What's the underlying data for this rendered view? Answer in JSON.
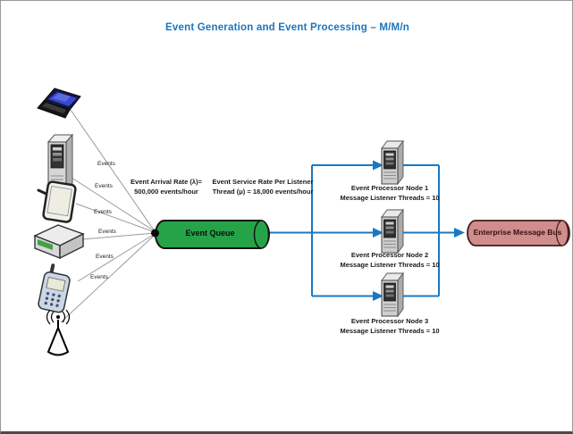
{
  "title": "Event Generation and Event Processing – M/M/n",
  "colors": {
    "title_blue": "#1B75BE",
    "connector_blue": "#1878C4",
    "queue_green": "#26A349",
    "bus_pink": "#D18C8C",
    "bus_border": "#3F1D1D"
  },
  "event_sources": [
    {
      "device": "laptop",
      "label": "Events"
    },
    {
      "device": "server-tower",
      "label": "Events"
    },
    {
      "device": "pda",
      "label": "Events"
    },
    {
      "device": "router",
      "label": "Events"
    },
    {
      "device": "mobile-phone",
      "label": "Events"
    },
    {
      "device": "antenna",
      "label": "Events"
    }
  ],
  "arrival_rate": {
    "line1": "Event Arrival Rate (λ)=",
    "line2": "500,000 events/hour"
  },
  "service_rate": {
    "line1": "Event Service Rate Per Listener",
    "line2": "Thread (μ) = 18,000 events/hour"
  },
  "queue": {
    "label": "Event Queue"
  },
  "processors": [
    {
      "name": "Event Processor Node 1",
      "threads": "Message Listener Threads = 10"
    },
    {
      "name": "Event Processor Node 2",
      "threads": "Message Listener Threads = 10"
    },
    {
      "name": "Event Processor Node 3",
      "threads": "Message Listener Threads = 10"
    }
  ],
  "bus": {
    "label": "Enterprise Message Bus"
  }
}
